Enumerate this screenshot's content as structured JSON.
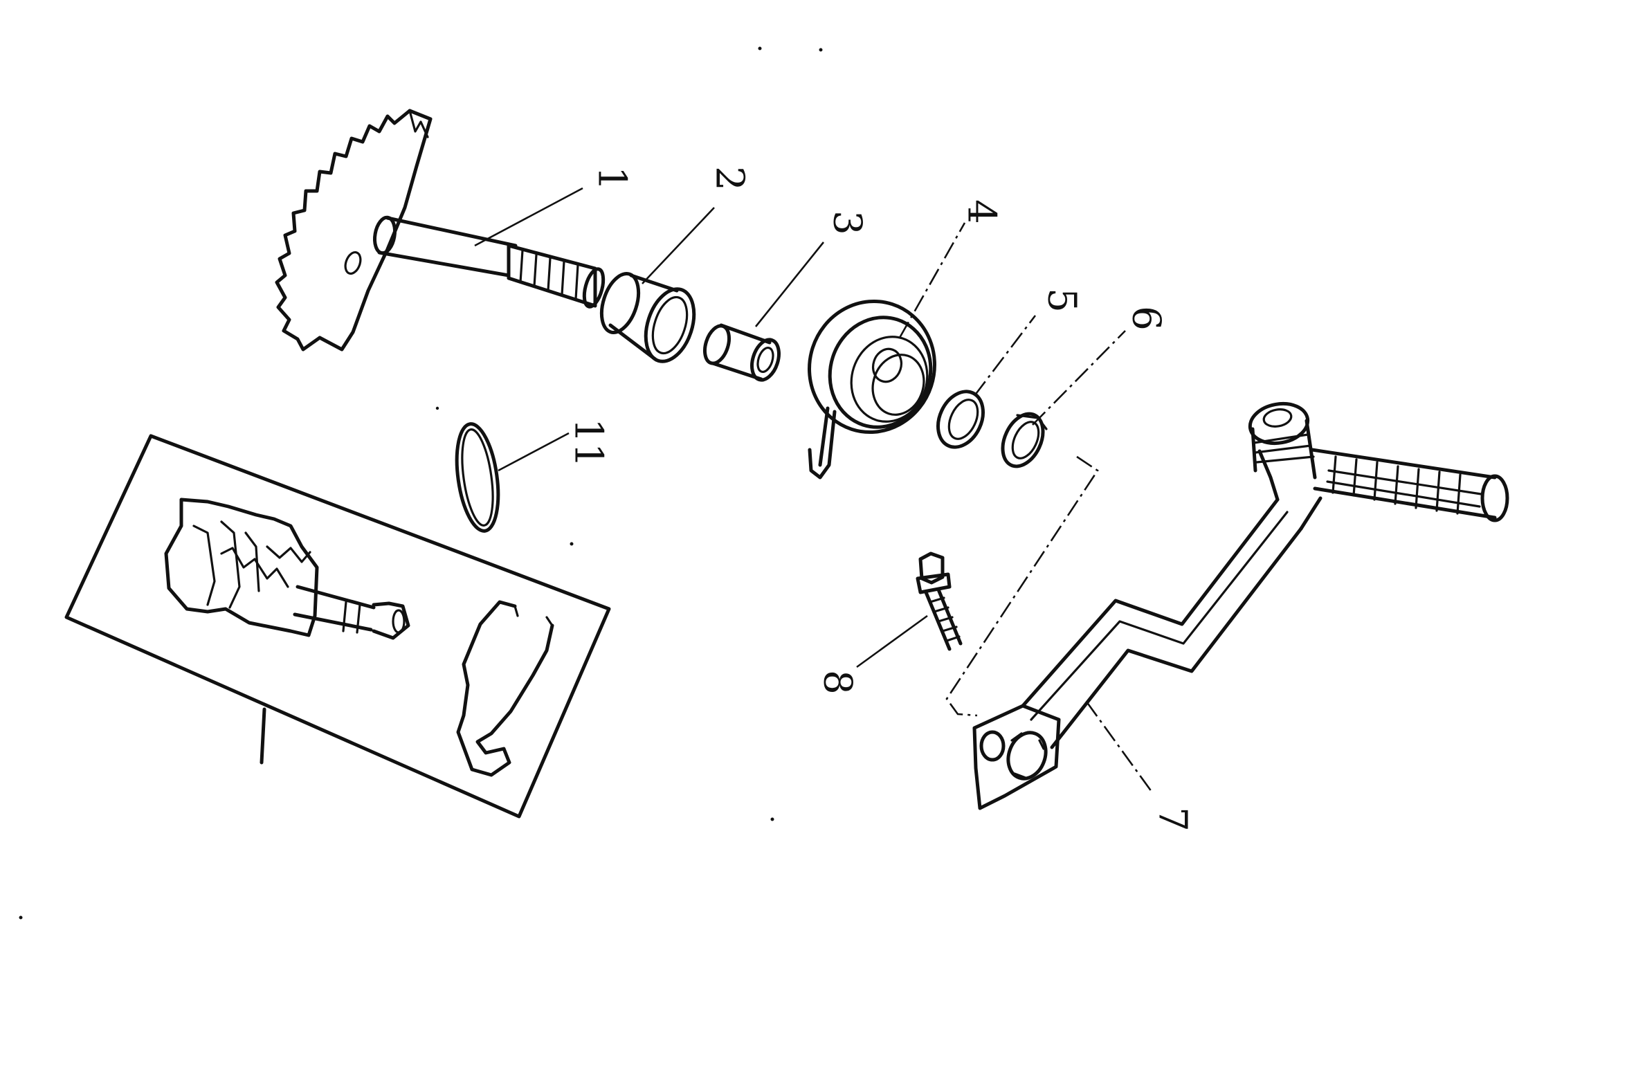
{
  "diagram": {
    "callouts": [
      {
        "id": "1",
        "label": "1"
      },
      {
        "id": "2",
        "label": "2"
      },
      {
        "id": "3",
        "label": "3"
      },
      {
        "id": "4",
        "label": "4"
      },
      {
        "id": "5",
        "label": "5"
      },
      {
        "id": "6",
        "label": "6"
      },
      {
        "id": "7",
        "label": "7"
      },
      {
        "id": "8",
        "label": "8"
      },
      {
        "id": "11",
        "label": "11"
      }
    ]
  }
}
